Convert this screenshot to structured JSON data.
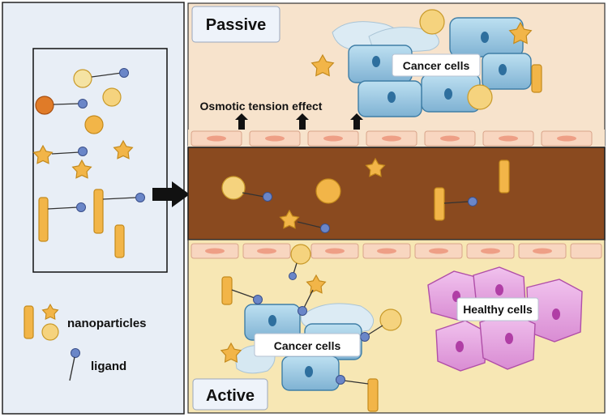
{
  "labels": {
    "passive": "Passive",
    "active": "Active",
    "osmotic": "Osmotic tension effect",
    "cancer_top": "Cancer cells",
    "cancer_bottom": "Cancer cells",
    "healthy": "Healthy cells",
    "nanoparticles": "nanoparticles",
    "ligand": "ligand"
  },
  "colors": {
    "left_panel": "#e8eef6",
    "passive_bg": "#f7e3cc",
    "active_bg": "#f7e7b4",
    "vessel": "#8a4a1f",
    "endothelial": "#f5c9a8",
    "nanoparticle": "#f2b548",
    "ligand": "#6a86c8",
    "cancer_cell": "#8fc0dc",
    "healthy_cell": "#e6a6e0"
  }
}
